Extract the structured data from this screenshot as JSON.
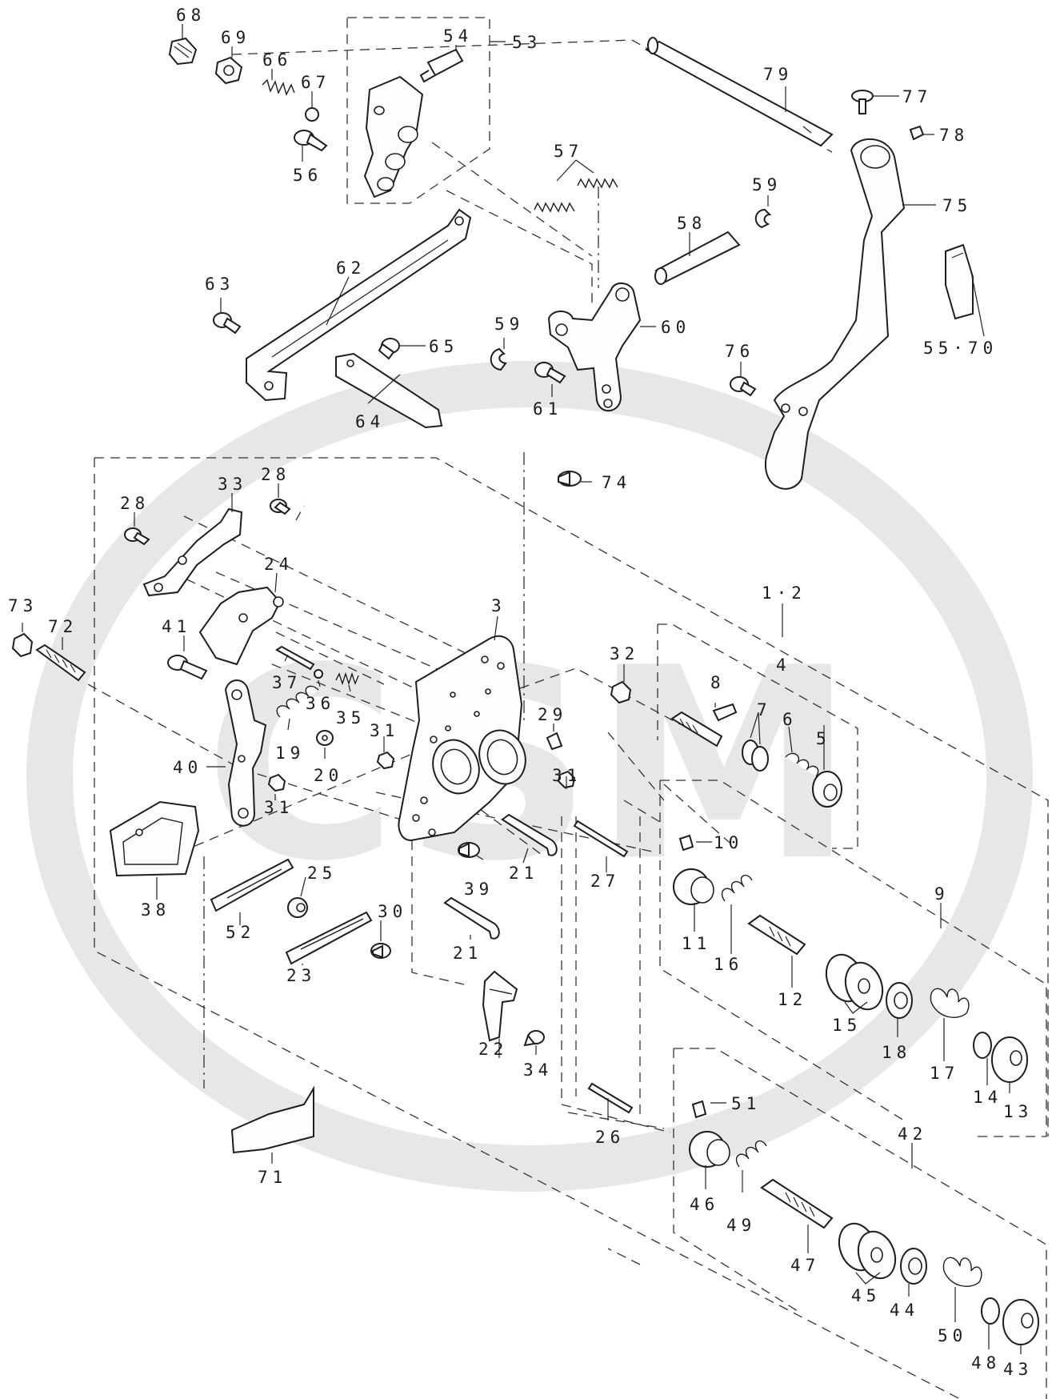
{
  "diagram": {
    "callouts": [
      "68",
      "69",
      "66",
      "67",
      "54",
      "53",
      "56",
      "79",
      "77",
      "78",
      "57",
      "59",
      "58",
      "75",
      "62",
      "63",
      "65",
      "60",
      "59",
      "61",
      "76",
      "55·70",
      "64",
      "74",
      "33",
      "28",
      "28",
      "24",
      "1·2",
      "3",
      "73",
      "72",
      "41",
      "37",
      "32",
      "4",
      "8",
      "36",
      "35",
      "7",
      "6",
      "29",
      "5",
      "19",
      "20",
      "31",
      "40",
      "31",
      "31",
      "10",
      "25",
      "39",
      "21",
      "27",
      "9",
      "38",
      "30",
      "52",
      "21",
      "11",
      "16",
      "12",
      "23",
      "15",
      "18",
      "17",
      "22",
      "34",
      "14",
      "13",
      "51",
      "26",
      "42",
      "71",
      "46",
      "49",
      "47",
      "45",
      "44",
      "50",
      "48",
      "43"
    ]
  },
  "watermark": {
    "text": "CSM",
    "color": "#d9d9d9"
  }
}
